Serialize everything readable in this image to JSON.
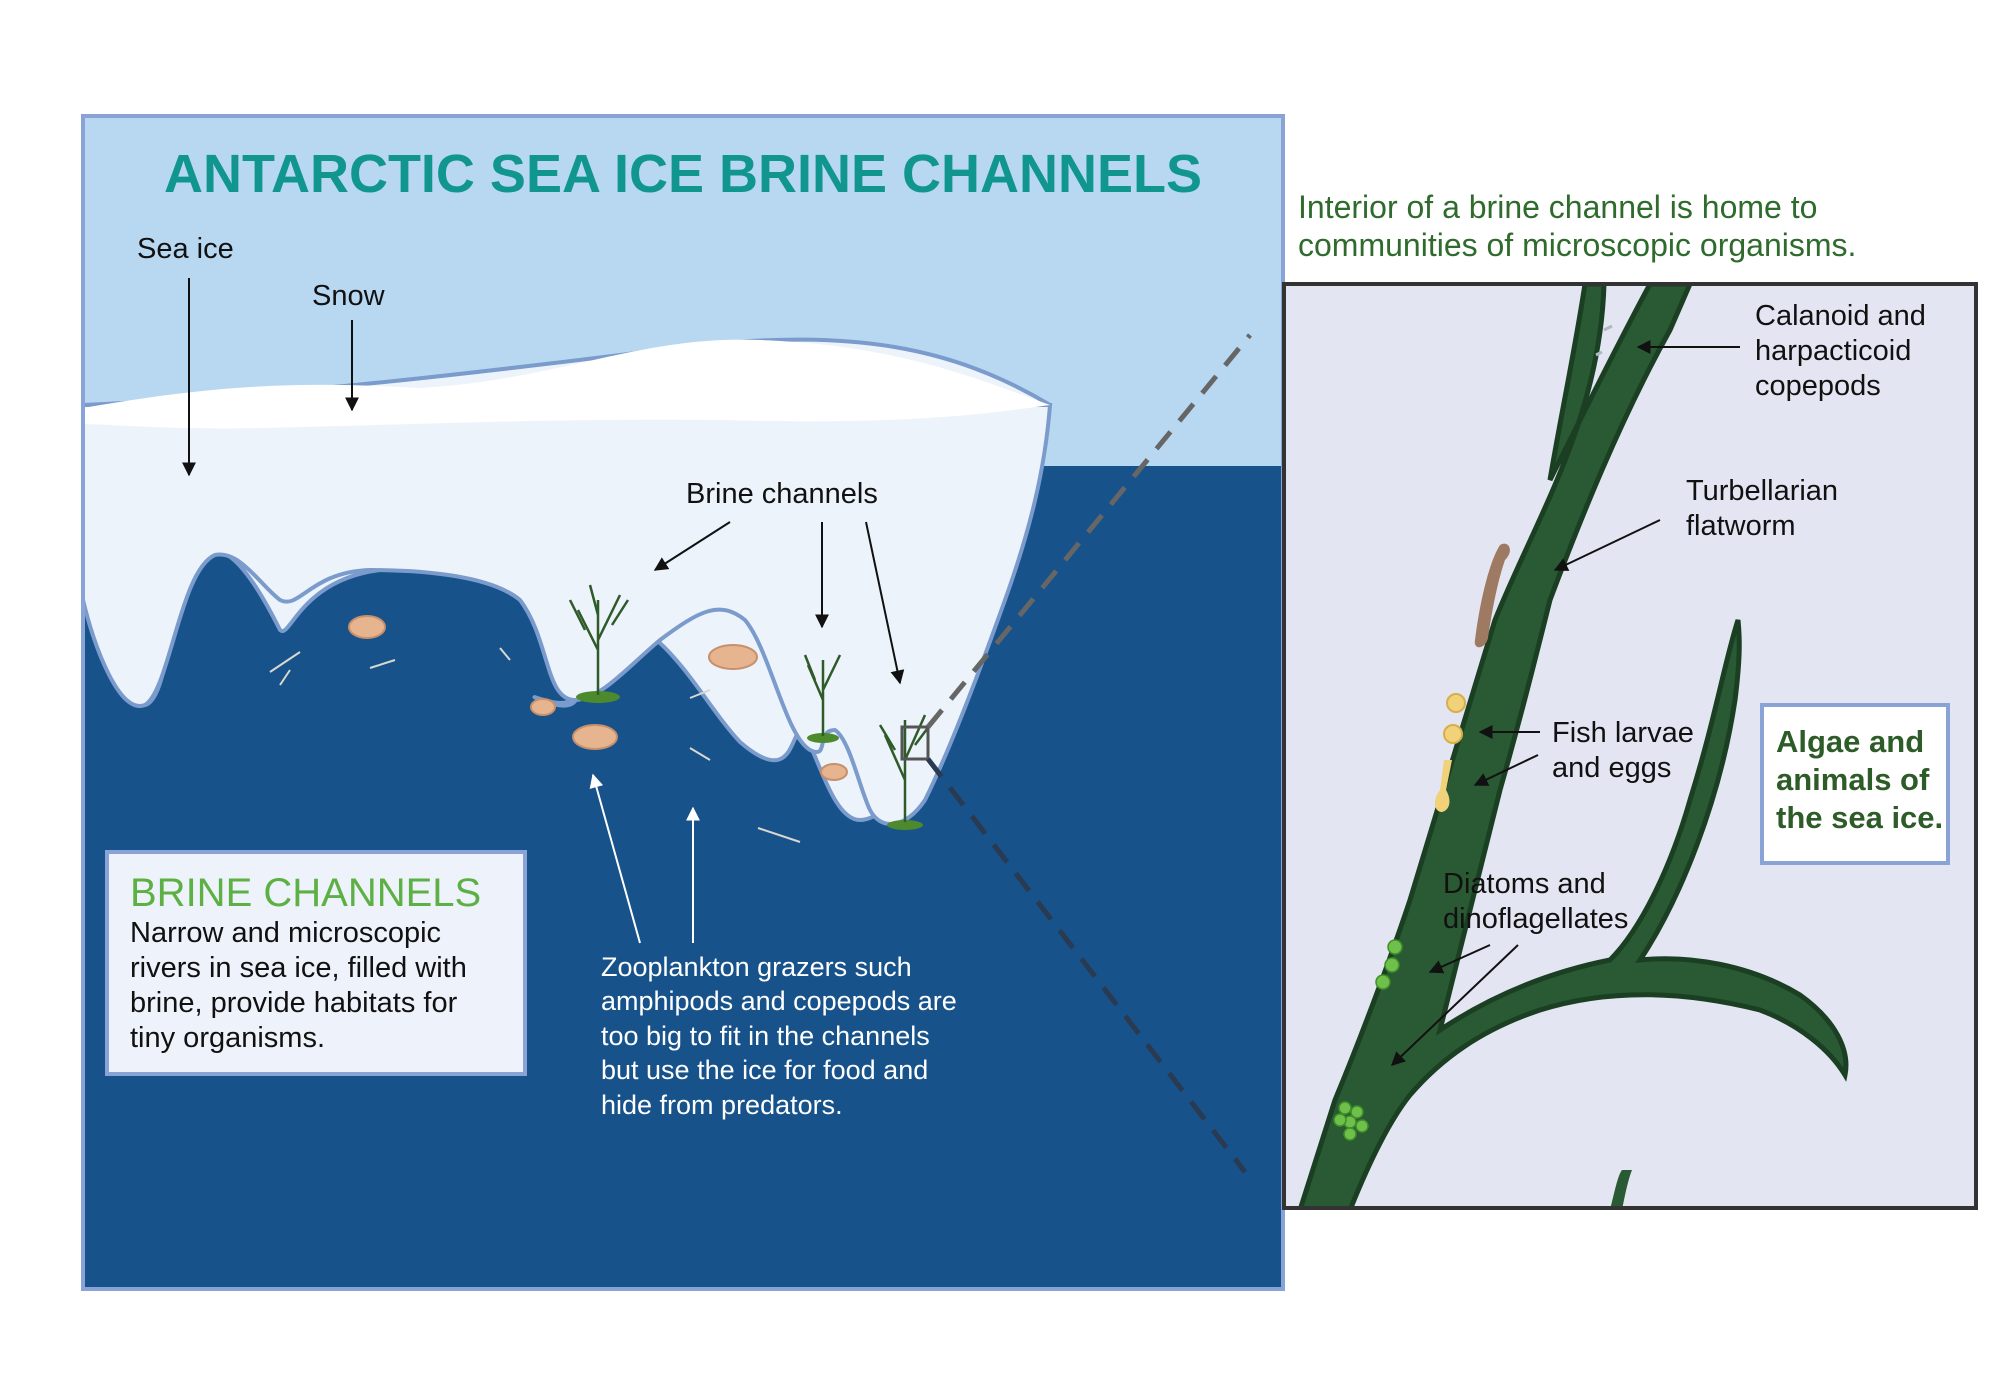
{
  "title": "ANTARCTIC SEA ICE BRINE CHANNELS",
  "labels": {
    "sea_ice": "Sea ice",
    "snow": "Snow",
    "brine_channels": "Brine channels"
  },
  "info_box": {
    "heading": "BRINE CHANNELS",
    "lines": [
      "Narrow and microscopic",
      "rivers in sea ice, filled with",
      "brine, provide habitats for",
      "tiny organisms."
    ]
  },
  "zooplankton_note": {
    "lines": [
      "Zooplankton grazers such",
      "amphipods and copepods are",
      "too big to fit in the channels",
      "but use the ice for food and",
      "hide from predators."
    ]
  },
  "right_panel": {
    "heading_lines": [
      "Interior of a brine channel is home to",
      "communities of microscopic organisms."
    ],
    "copepods": [
      "Calanoid and",
      "harpacticoid",
      "copepods"
    ],
    "flatworm": [
      "Turbellarian",
      "flatworm"
    ],
    "fish": [
      "Fish larvae",
      "and eggs"
    ],
    "diatoms": [
      "Diatoms and",
      "dinoflagellates"
    ],
    "badge": [
      "Algae and",
      "animals of",
      "the sea ice."
    ]
  },
  "colors": {
    "sky": "#b8d8f2",
    "ocean": "#17528a",
    "ice": "#ecf3fb",
    "snow": "#ffffff",
    "panel_bg": "#e3e6f2",
    "channel": "#2a5a34",
    "title": "#11968f",
    "info_title": "#5db043"
  }
}
